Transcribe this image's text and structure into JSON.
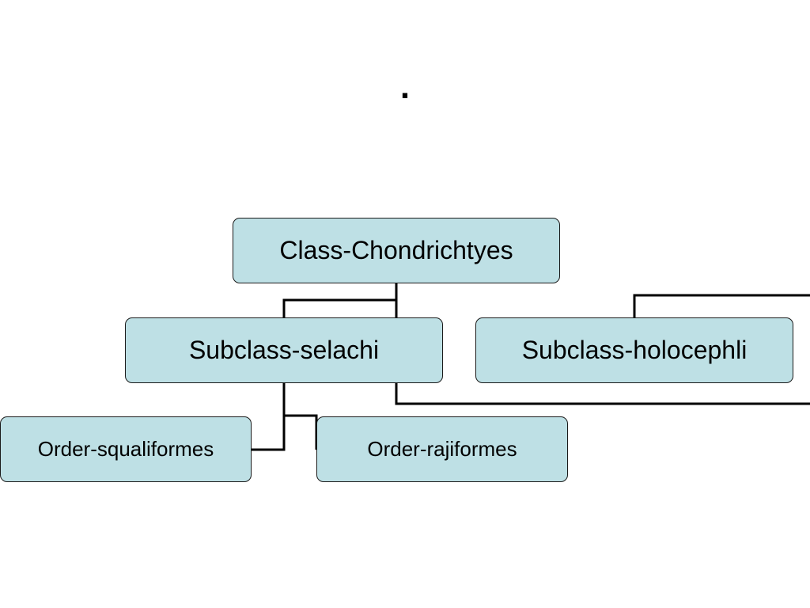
{
  "slide": {
    "title": "."
  },
  "colors": {
    "node_fill": "#bee0e5",
    "node_border": "#1a1a1a",
    "connector": "#000000"
  },
  "nodes": {
    "class_chondrichtyes": "Class-Chondrichtyes",
    "subclass_selachi": "Subclass-selachi",
    "subclass_holocephli": "Subclass-holocephli",
    "order_squaliformes": "Order-squaliformes",
    "order_rajiformes": "Order-rajiformes"
  }
}
